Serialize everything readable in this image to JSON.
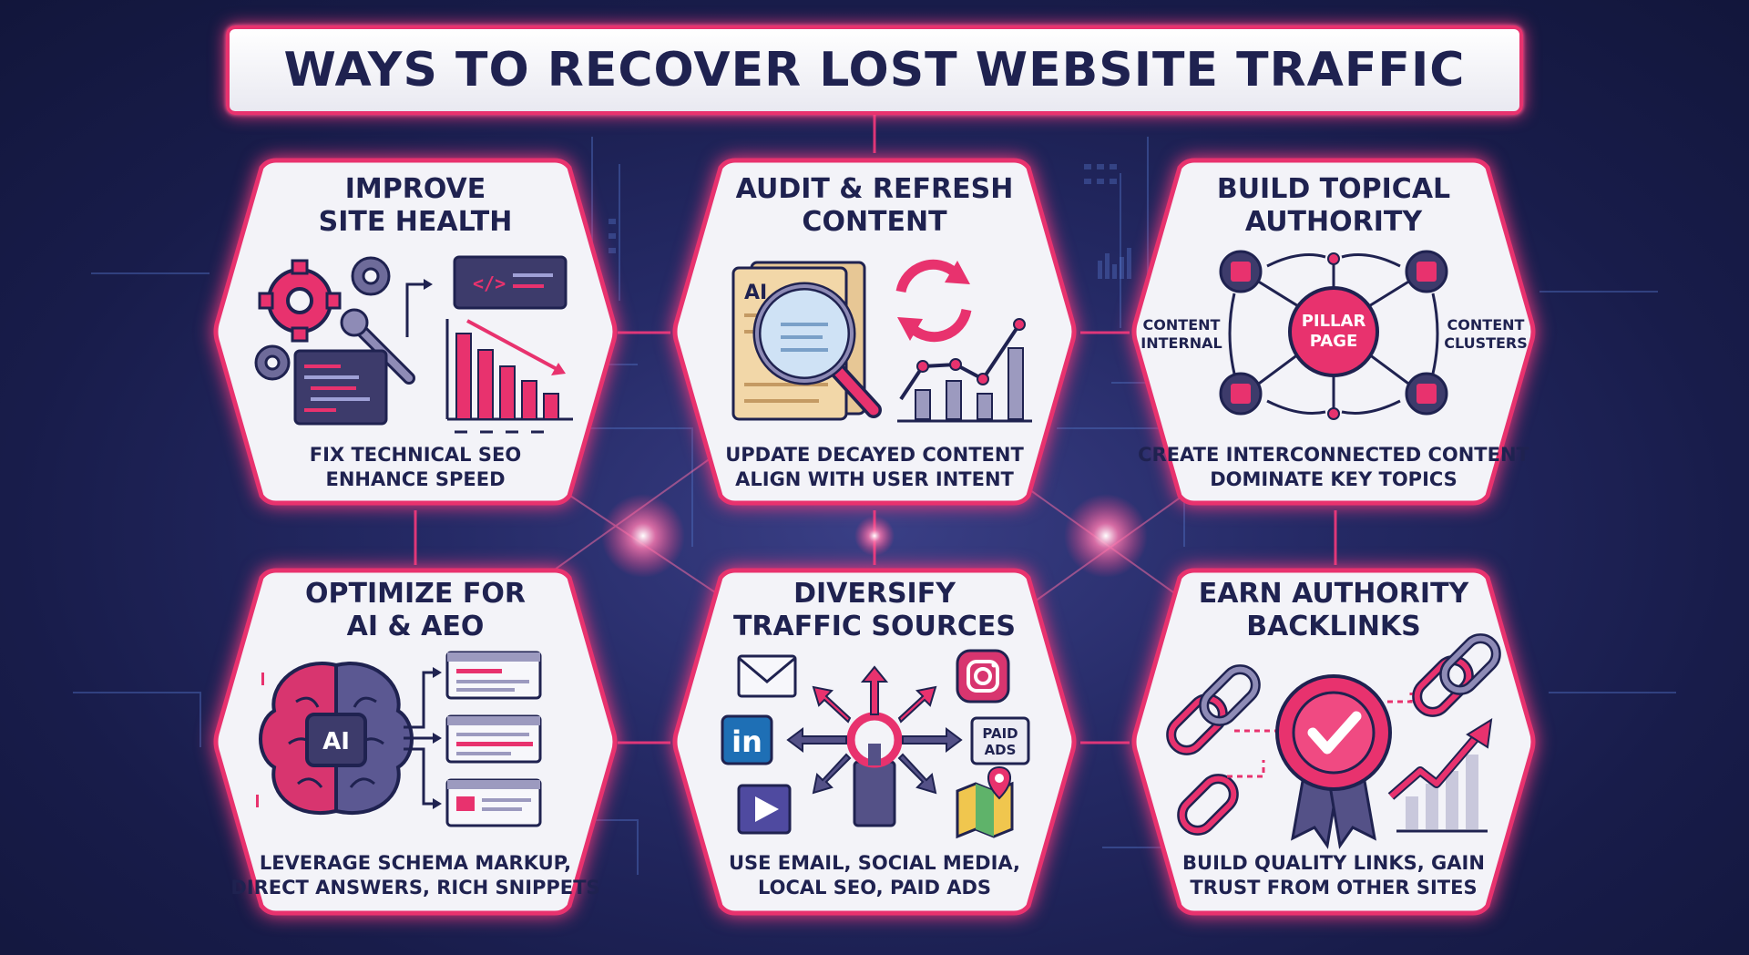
{
  "title": "WAYS TO RECOVER LOST WEBSITE TRAFFIC",
  "colors": {
    "accent": "#e8326e",
    "navy": "#1f2250",
    "purple": "#545187",
    "panel": "#f3f3f8"
  },
  "panels": [
    {
      "title_lines": [
        "IMPROVE",
        "SITE HEALTH"
      ],
      "desc_lines": [
        "FIX TECHNICAL SEO",
        "ENHANCE SPEED"
      ],
      "icon": "site-health-icon"
    },
    {
      "title_lines": [
        "AUDIT & REFRESH",
        "CONTENT"
      ],
      "desc_lines": [
        "UPDATE DECAYED CONTENT",
        "ALIGN WITH USER INTENT"
      ],
      "icon": "content-audit-icon",
      "doc_label": "AI"
    },
    {
      "title_lines": [
        "BUILD TOPICAL",
        "AUTHORITY"
      ],
      "desc_lines": [
        "CREATE INTERCONNECTED CONTENT",
        "DOMINATE KEY TOPICS"
      ],
      "icon": "topic-cluster-icon",
      "pillar_lines": [
        "PILLAR",
        "PAGE"
      ],
      "left_lines": [
        "CONTENT",
        "INTERNAL"
      ],
      "right_lines": [
        "CONTENT",
        "CLUSTERS"
      ]
    },
    {
      "title_lines": [
        "OPTIMIZE FOR",
        "AI & AEO"
      ],
      "desc_lines": [
        "LEVERAGE SCHEMA MARKUP,",
        "DIRECT ANSWERS, RICH SNIPPETS"
      ],
      "icon": "ai-brain-icon",
      "chip_label": "AI"
    },
    {
      "title_lines": [
        "DIVERSIFY",
        "TRAFFIC SOURCES"
      ],
      "desc_lines": [
        "USE EMAIL, SOCIAL MEDIA,",
        "LOCAL SEO, PAID ADS"
      ],
      "icon": "traffic-sources-icon",
      "linkedin_label": "in",
      "ads_lines": [
        "PAID",
        "ADS"
      ]
    },
    {
      "title_lines": [
        "EARN AUTHORITY",
        "BACKLINKS"
      ],
      "desc_lines": [
        "BUILD QUALITY LINKS, GAIN",
        "TRUST FROM OTHER SITES"
      ],
      "icon": "backlinks-icon"
    }
  ]
}
